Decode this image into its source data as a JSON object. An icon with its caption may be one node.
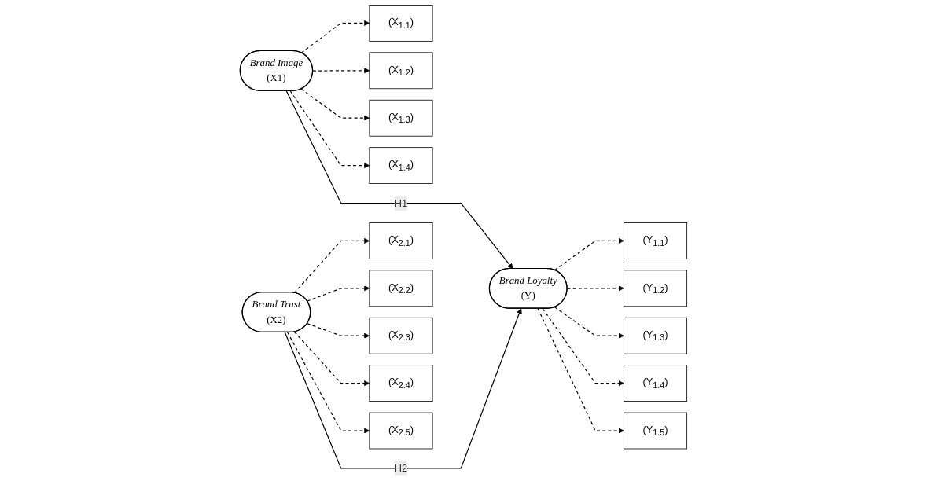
{
  "diagram": {
    "nodes": [
      {
        "text": [
          "Brand Image",
          "(X1)"
        ]
      },
      {
        "text": [
          "Brand Trust",
          "(X2)"
        ]
      },
      {
        "text": [
          "Brand Loyalty",
          "(Y)"
        ]
      },
      {
        "text": [
          "(X$_{1.1}$)"
        ]
      },
      {
        "text": [
          "(X$_{1.2}$)"
        ]
      },
      {
        "text": [
          "(X$_{1.3}$)"
        ]
      },
      {
        "text": [
          "(X$_{1.4}$)"
        ]
      },
      {
        "text": [
          "(X$_{2.1}$)"
        ]
      },
      {
        "text": [
          "(X$_{2.2}$)"
        ]
      },
      {
        "text": [
          "(X$_{2.3}$)"
        ]
      },
      {
        "text": [
          "(X$_{2.4}$)"
        ]
      },
      {
        "text": [
          "(X$_{2.5}$)"
        ]
      },
      {
        "text": [
          "(Y$_{1.1}$)"
        ]
      },
      {
        "text": [
          "(Y$_{1.2}$)"
        ]
      },
      {
        "text": [
          "(Y$_{1.3}$)"
        ]
      },
      {
        "text": [
          "(Y$_{1.4}$)"
        ]
      },
      {
        "text": [
          "(Y$_{1.5}$)"
        ]
      }
    ],
    "edges": [
      {
        "from": 0,
        "to": 3,
        "arrow": "to",
        "style": "dashed"
      },
      {
        "from": 0,
        "to": 4,
        "arrow": "to",
        "style": "dashed"
      },
      {
        "from": 0,
        "to": 5,
        "arrow": "to",
        "style": "dashed"
      },
      {
        "from": 0,
        "to": 6,
        "arrow": "to",
        "style": "dashed"
      },
      {
        "from": 1,
        "to": 7,
        "arrow": "to",
        "style": "dashed"
      },
      {
        "from": 1,
        "to": 8,
        "arrow": "to",
        "style": "dashed"
      },
      {
        "from": 1,
        "to": 9,
        "arrow": "to",
        "style": "dashed"
      },
      {
        "from": 1,
        "to": 10,
        "arrow": "to",
        "style": "dashed"
      },
      {
        "from": 1,
        "to": 11,
        "arrow": "to",
        "style": "dashed"
      },
      {
        "from": 0,
        "to": 2,
        "arrow": "to",
        "label": "H1"
      },
      {
        "from": 1,
        "to": 2,
        "arrow": "to",
        "label": "H2"
      },
      {
        "from": 2,
        "to": 12,
        "arrow": "to",
        "style": "dashed"
      },
      {
        "from": 2,
        "to": 13,
        "arrow": "to",
        "style": "dashed"
      },
      {
        "from": 2,
        "to": 14,
        "arrow": "to",
        "style": "dashed"
      },
      {
        "from": 2,
        "to": 15,
        "arrow": "to",
        "style": "dashed"
      },
      {
        "from": 2,
        "to": 16,
        "arrow": "to",
        "style": "dashed"
      }
    ]
  }
}
